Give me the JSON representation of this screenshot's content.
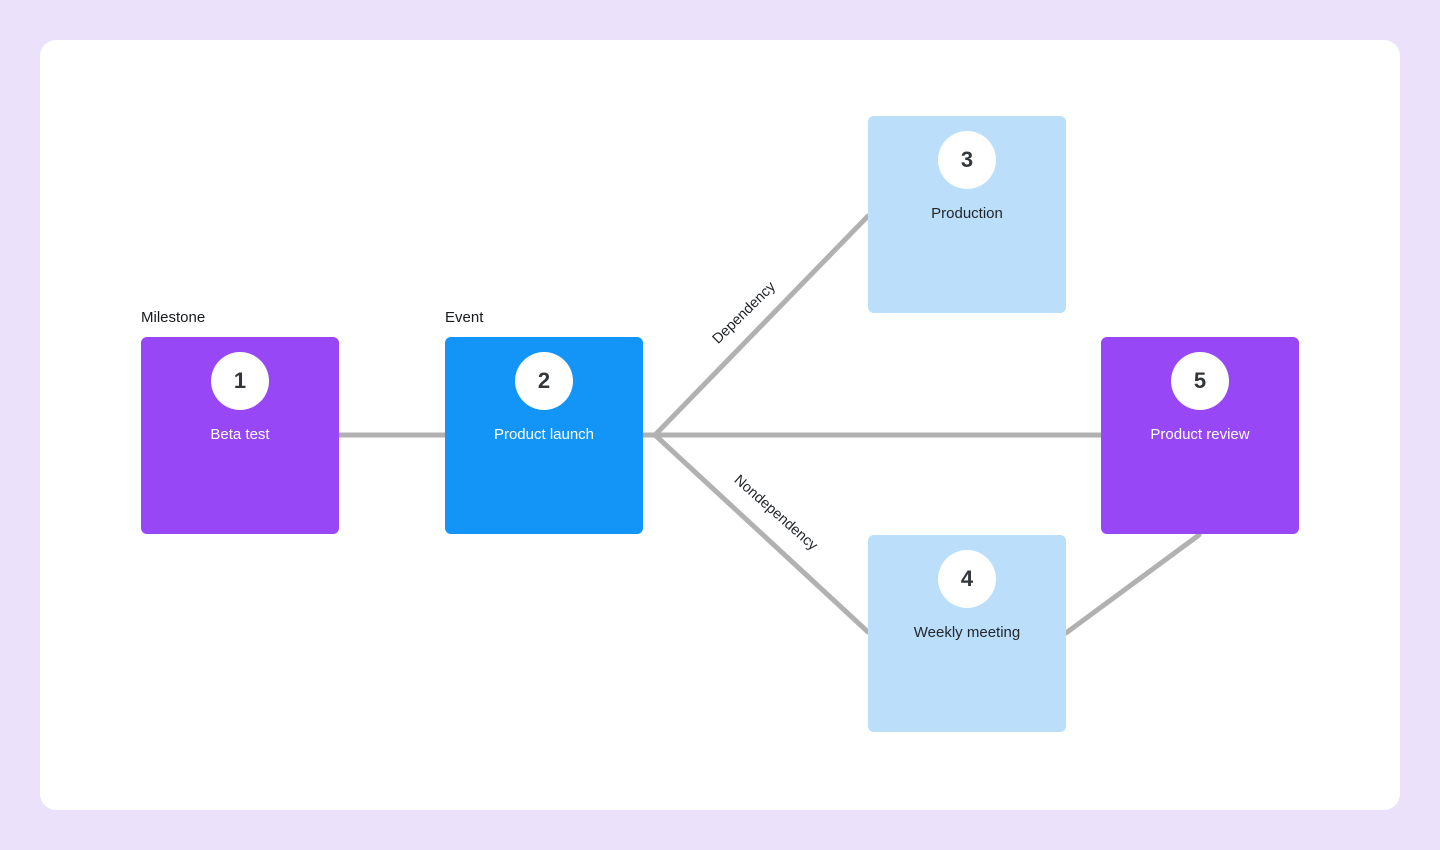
{
  "diagram": {
    "nodes": [
      {
        "number": "1",
        "label": "Beta test",
        "type_label": "Milestone",
        "color": "#9747f5",
        "text_color": "#ffffff"
      },
      {
        "number": "2",
        "label": "Product launch",
        "type_label": "Event",
        "color": "#1394f7",
        "text_color": "#ffffff"
      },
      {
        "number": "3",
        "label": "Production",
        "color": "#bbdefb",
        "text_color": "#22272b"
      },
      {
        "number": "4",
        "label": "Weekly meeting",
        "color": "#bbdefb",
        "text_color": "#22272b"
      },
      {
        "number": "5",
        "label": "Product review",
        "color": "#9747f5",
        "text_color": "#ffffff"
      }
    ],
    "edges": [
      {
        "from": "1",
        "to": "2",
        "label": ""
      },
      {
        "from": "2",
        "to": "3",
        "label": "Dependency"
      },
      {
        "from": "2",
        "to": "5",
        "label": ""
      },
      {
        "from": "2",
        "to": "4",
        "label": "Nondependency"
      },
      {
        "from": "4",
        "to": "5",
        "label": ""
      }
    ],
    "colors": {
      "page_background": "#ece1fa",
      "canvas_background": "#ffffff",
      "edge": "#b1b1b1",
      "milestone_node": "#9747f5",
      "event_node": "#1394f7",
      "task_node": "#bbdefb",
      "number_badge": "#ffffff"
    }
  }
}
